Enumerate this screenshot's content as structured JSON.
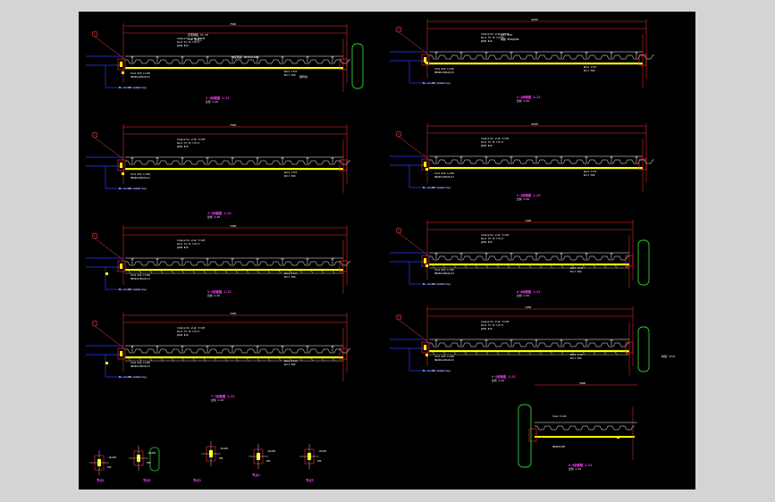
{
  "window": {
    "background": "#d4d4d4",
    "viewport_bg": "#000000"
  },
  "colors": {
    "dimension": "#ff3030",
    "beam": "#ffff00",
    "deck": "#ffffff",
    "column": "#33cc33",
    "leader": "#2a3cff",
    "section_marker": "#ff4040",
    "title": "#ff3cff"
  },
  "panels": [
    {
      "id": "p1",
      "title": "1-1剖面图 1:25",
      "scale": "比例 1:25",
      "marker": "1",
      "dim": "7500"
    },
    {
      "id": "p2",
      "title": "2-2剖面图 1:25",
      "scale": "比例 1:25",
      "marker": "2",
      "dim": "6000"
    },
    {
      "id": "p3",
      "title": "3-3剖面图 1:25",
      "scale": "比例 1:25",
      "marker": "3",
      "dim": "7500"
    },
    {
      "id": "p4",
      "title": "4-4剖面图 1:25",
      "scale": "比例 1:25",
      "marker": "4",
      "dim": "6000"
    },
    {
      "id": "p5",
      "title": "5-5剖面图 1:25",
      "scale": "比例 1:25",
      "marker": "5",
      "dim": "7200"
    },
    {
      "id": "p6",
      "title": "6-6剖面图 1:25",
      "scale": "比例 1:25",
      "marker": "6",
      "dim": "7200"
    },
    {
      "id": "p7",
      "title": "7-7剖面图 1:25",
      "scale": "比例 1:25",
      "marker": "7",
      "dim": "7200"
    },
    {
      "id": "p8",
      "title": "8-8剖面图 1:25",
      "scale": "比例 1:25",
      "marker": "8",
      "dim": "7200"
    },
    {
      "id": "p9",
      "title": "9-9剖面图 1:25",
      "scale": "比例 1:25",
      "marker": "",
      "dim": "3000"
    }
  ],
  "notes": {
    "steel_deck": "压型钢板 YX-76",
    "concrete": "C30 混凝土",
    "rebar": "钢筋 Φ10@200",
    "beam": "H型钢梁 HN400x200",
    "stud": "栓钉 Φ19",
    "column": "钢管柱",
    "weld": "焊缝 hf=8"
  },
  "details": [
    {
      "id": "d1",
      "title": "节点1"
    },
    {
      "id": "d2",
      "title": "节点2"
    },
    {
      "id": "d3",
      "title": "节点3"
    },
    {
      "id": "d4",
      "title": "节点4"
    },
    {
      "id": "d5",
      "title": "节点5"
    }
  ]
}
